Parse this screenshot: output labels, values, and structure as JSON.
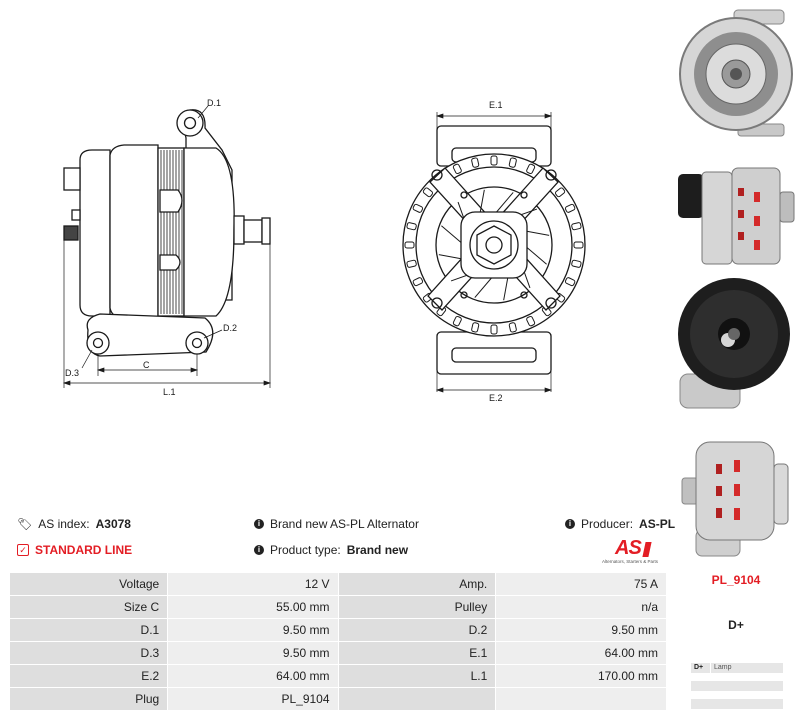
{
  "drawing_labels": {
    "d1": "D.1",
    "d2": "D.2",
    "d3": "D.3",
    "c": "C",
    "l1": "L.1",
    "e1": "E.1",
    "e2": "E.2"
  },
  "info": {
    "as_index_label": "AS index:",
    "as_index_value": "A3078",
    "brand_new_text": "Brand new AS-PL Alternator",
    "producer_label": "Producer:",
    "producer_value": "AS-PL",
    "standard_line": "STANDARD LINE",
    "product_type_label": "Product type:",
    "product_type_value": "Brand new"
  },
  "logo": {
    "text": "AS",
    "tagline": "Alternators, Starters & Parts"
  },
  "specs": [
    {
      "label": "Voltage",
      "value": "12 V",
      "label2": "Amp.",
      "value2": "75 A"
    },
    {
      "label": "Size C",
      "value": "55.00 mm",
      "label2": "Pulley",
      "value2": "n/a"
    },
    {
      "label": "D.1",
      "value": "9.50 mm",
      "label2": "D.2",
      "value2": "9.50 mm"
    },
    {
      "label": "D.3",
      "value": "9.50 mm",
      "label2": "E.1",
      "value2": "64.00 mm"
    },
    {
      "label": "E.2",
      "value": "64.00 mm",
      "label2": "L.1",
      "value2": "170.00 mm"
    },
    {
      "label": "Plug",
      "value": "PL_9104",
      "label2": "",
      "value2": ""
    }
  ],
  "sidebar": {
    "plug_code": "PL_9104",
    "terminal": "D+",
    "conn_terminal": "D+",
    "conn_desc": "Lamp"
  },
  "colors": {
    "brand_red": "#e31d24",
    "label_bg": "#dedede",
    "value_bg": "#eeeeee"
  }
}
